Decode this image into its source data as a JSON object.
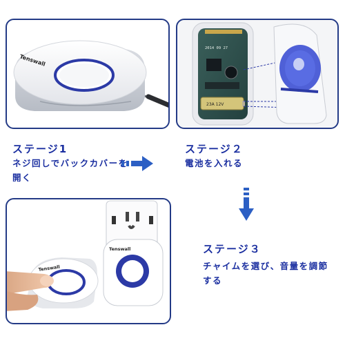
{
  "steps": [
    {
      "title": "ステージ1",
      "desc": "ネジ回しでバックカバーを開く"
    },
    {
      "title": "ステージ２",
      "desc": "電池を入れる"
    },
    {
      "title": "ステージ３",
      "desc": "チャイムを選び、音量を調節する"
    }
  ],
  "product": {
    "brand": "Tenswall",
    "accent_color": "#2c3aa6",
    "frame_color": "#233a86",
    "text_color": "#1b2fa0"
  },
  "pcb_print": {
    "line1": "2014 09 27"
  },
  "battery": {
    "label": "23A 12V"
  }
}
